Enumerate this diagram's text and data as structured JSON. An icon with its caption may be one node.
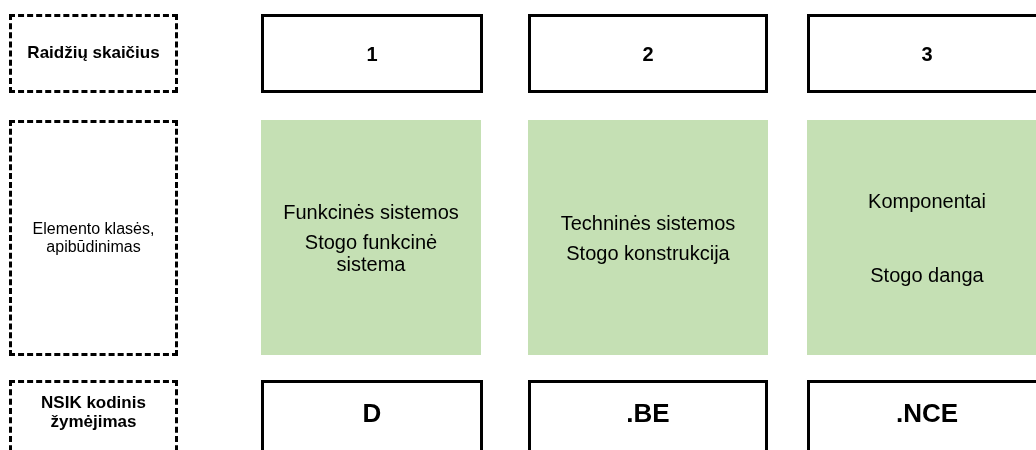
{
  "diagram": {
    "nodes": [
      {
        "text": [
          "Raidžių skaičius"
        ]
      },
      {
        "text": [
          "1"
        ]
      },
      {
        "text": [
          "2"
        ]
      },
      {
        "text": [
          "3"
        ]
      },
      {
        "text": [
          "Elemento klasės, apibūdinimas"
        ]
      },
      {
        "text": [
          "Funkcinės sistemos",
          "Stogo funkcinė sistema"
        ]
      },
      {
        "text": [
          "Techninės sistemos",
          "Stogo konstrukcija"
        ]
      },
      {
        "text": [
          "Komponentai",
          "Stogo danga"
        ]
      },
      {
        "text": [
          "NSIK kodinis žymėjimas"
        ]
      },
      {
        "text": [
          "D"
        ]
      },
      {
        "text": [
          ".BE"
        ]
      },
      {
        "text": [
          ".NCE"
        ]
      }
    ]
  }
}
